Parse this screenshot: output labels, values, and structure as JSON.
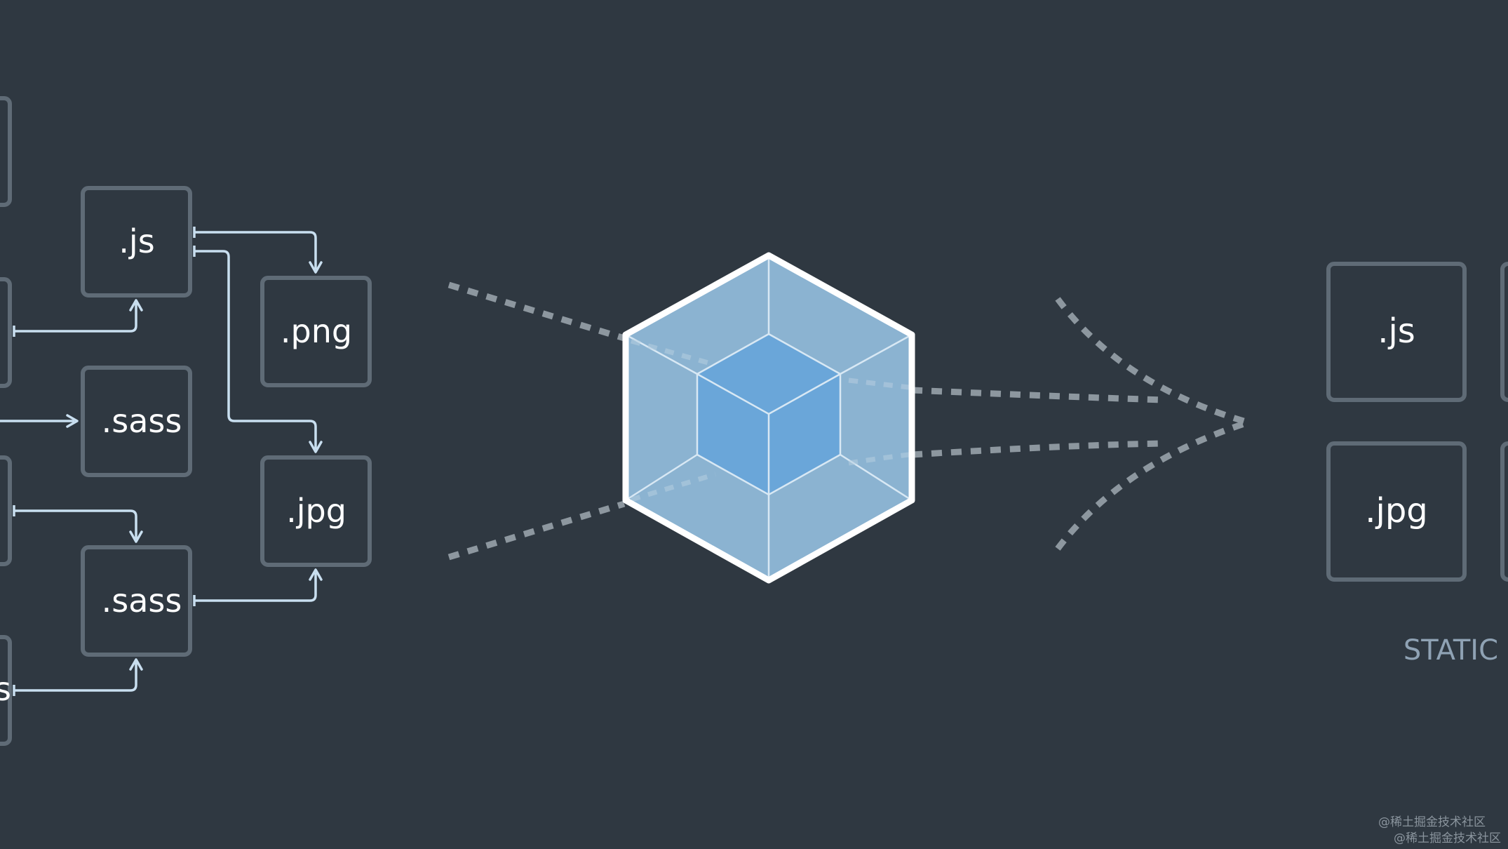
{
  "colors": {
    "background": "#2f3841",
    "box_stroke": "#5f6b76",
    "box_text": "#ffffff",
    "connector": "#c9dff0",
    "dashed": "#8d979f",
    "static_label": "#8fa2b4",
    "cube_outline": "#ffffff",
    "cube_outer_fill": "#8bb3d1",
    "cube_inner_fill": "#6aa6d9",
    "cube_inner_lines": "#d8e8f4"
  },
  "left_modules": {
    "js": ".js",
    "png": ".png",
    "sass_top": ".sass",
    "jpg": ".jpg",
    "sass_bottom": ".sass",
    "edge_partial": "s"
  },
  "right_assets": {
    "js": ".js",
    "jpg": ".jpg",
    "static_label": "STATIC"
  },
  "watermark": {
    "line1": "@稀土掘金技术社区",
    "line2": "@稀土掘金技术社区"
  },
  "icons": {
    "center": "webpack-cube-icon",
    "arrows": "arrow-head-icon"
  }
}
